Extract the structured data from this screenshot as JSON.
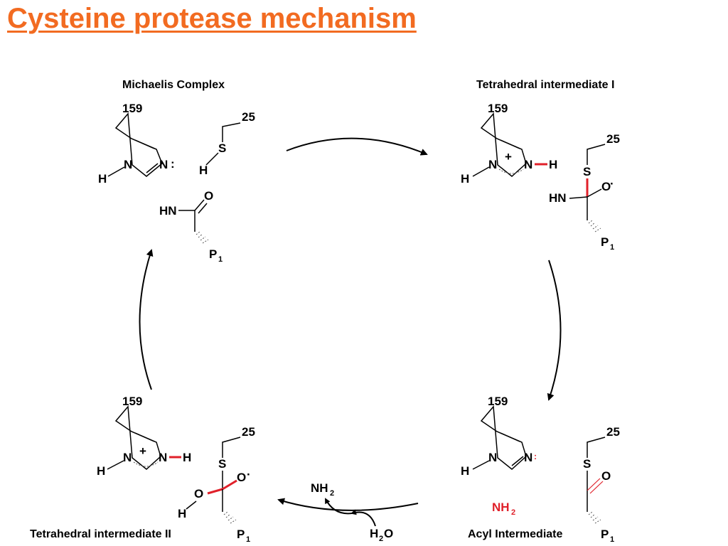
{
  "title": "Cysteine protease mechanism",
  "labels": {
    "michaelis": "Michaelis Complex",
    "tetra1": "Tetrahedral intermediate I",
    "tetra2": "Tetrahedral intermediate II",
    "acyl": "Acyl Intermediate"
  },
  "atoms": {
    "N": "N",
    "H": "H",
    "S": "S",
    "O": "O",
    "HN": "HN",
    "plus": "+",
    "his_residue": "159",
    "cys_residue": "25",
    "p1_main": "P",
    "p1_sub": "1",
    "nh_main": "NH",
    "nh_sub": "2",
    "water_h": "H",
    "water_sub": "2",
    "water_o": "O"
  },
  "colors": {
    "title": "#f26b21",
    "highlight": "#e0202a"
  }
}
